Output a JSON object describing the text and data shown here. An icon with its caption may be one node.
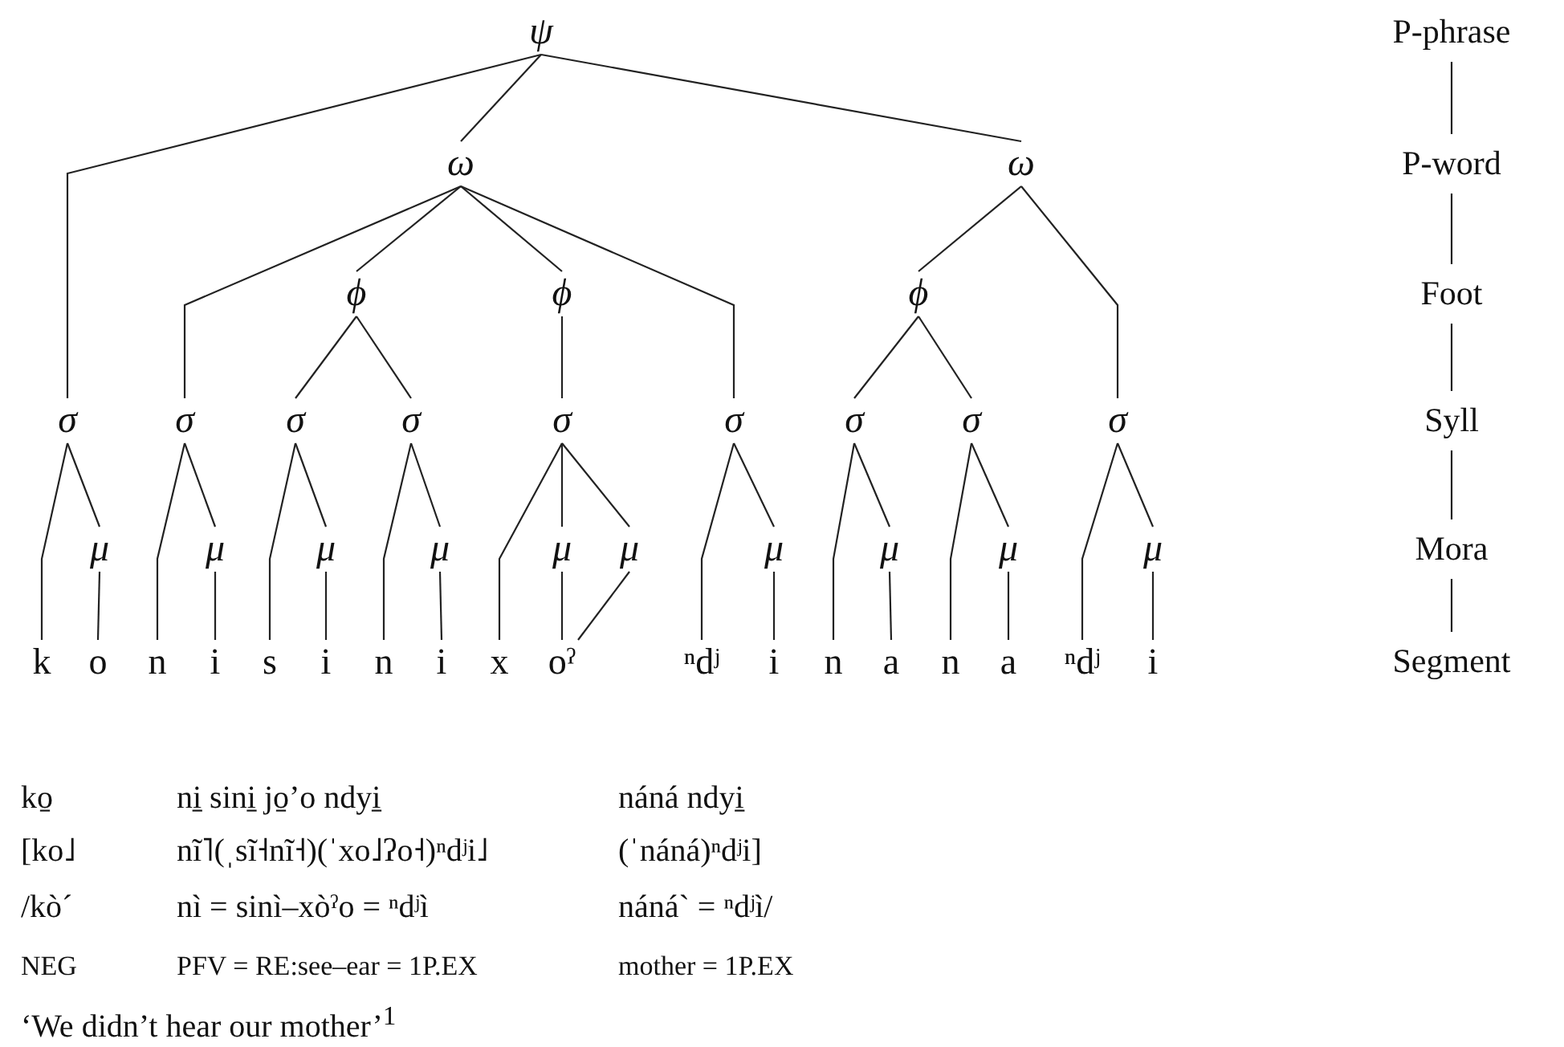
{
  "diagram": {
    "nodes": [
      {
        "text": [
          "ψ"
        ]
      },
      {
        "text": [
          "P-phrase"
        ]
      },
      {
        "text": [
          "ω"
        ]
      },
      {
        "text": [
          "ω"
        ]
      },
      {
        "text": [
          "P-word"
        ]
      },
      {
        "text": [
          "ϕ"
        ]
      },
      {
        "text": [
          "ϕ"
        ]
      },
      {
        "text": [
          "ϕ"
        ]
      },
      {
        "text": [
          "Foot"
        ]
      },
      {
        "text": [
          "σ"
        ]
      },
      {
        "text": [
          "σ"
        ]
      },
      {
        "text": [
          "σ"
        ]
      },
      {
        "text": [
          "σ"
        ]
      },
      {
        "text": [
          "σ"
        ]
      },
      {
        "text": [
          "σ"
        ]
      },
      {
        "text": [
          "σ"
        ]
      },
      {
        "text": [
          "σ"
        ]
      },
      {
        "text": [
          "σ"
        ]
      },
      {
        "text": [
          "Syll"
        ]
      },
      {
        "text": [
          "μ"
        ]
      },
      {
        "text": [
          "μ"
        ]
      },
      {
        "text": [
          "μ"
        ]
      },
      {
        "text": [
          "μ"
        ]
      },
      {
        "text": [
          "μ"
        ]
      },
      {
        "text": [
          "μ"
        ]
      },
      {
        "text": [
          "μ"
        ]
      },
      {
        "text": [
          "μ"
        ]
      },
      {
        "text": [
          "μ"
        ]
      },
      {
        "text": [
          "μ"
        ]
      },
      {
        "text": [
          "Mora"
        ]
      },
      {
        "text": [
          "k"
        ]
      },
      {
        "text": [
          "o"
        ]
      },
      {
        "text": [
          "n"
        ]
      },
      {
        "text": [
          "i"
        ]
      },
      {
        "text": [
          "s"
        ]
      },
      {
        "text": [
          "i"
        ]
      },
      {
        "text": [
          "n"
        ]
      },
      {
        "text": [
          "i"
        ]
      },
      {
        "text": [
          "x"
        ]
      },
      {
        "text": [
          "oˀ"
        ]
      },
      {
        "text": [
          "ⁿdʲ"
        ]
      },
      {
        "text": [
          "i"
        ]
      },
      {
        "text": [
          "n"
        ]
      },
      {
        "text": [
          "a"
        ]
      },
      {
        "text": [
          "n"
        ]
      },
      {
        "text": [
          "a"
        ]
      },
      {
        "text": [
          "ⁿdʲ"
        ]
      },
      {
        "text": [
          "i"
        ]
      },
      {
        "text": [
          "Segment"
        ]
      }
    ],
    "edges": [
      {
        "from": 0,
        "to": 9,
        "arrow": "none"
      },
      {
        "from": 0,
        "to": 2,
        "arrow": "none"
      },
      {
        "from": 0,
        "to": 3,
        "arrow": "none"
      },
      {
        "from": 2,
        "to": 10,
        "arrow": "none"
      },
      {
        "from": 2,
        "to": 5,
        "arrow": "none"
      },
      {
        "from": 2,
        "to": 6,
        "arrow": "none"
      },
      {
        "from": 2,
        "to": 14,
        "arrow": "none"
      },
      {
        "from": 3,
        "to": 7,
        "arrow": "none"
      },
      {
        "from": 3,
        "to": 17,
        "arrow": "none"
      },
      {
        "from": 5,
        "to": 11,
        "arrow": "none"
      },
      {
        "from": 5,
        "to": 12,
        "arrow": "none"
      },
      {
        "from": 6,
        "to": 13,
        "arrow": "none"
      },
      {
        "from": 7,
        "to": 15,
        "arrow": "none"
      },
      {
        "from": 7,
        "to": 16,
        "arrow": "none"
      },
      {
        "from": 9,
        "to": 30,
        "arrow": "none"
      },
      {
        "from": 9,
        "to": 19,
        "arrow": "none"
      },
      {
        "from": 10,
        "to": 32,
        "arrow": "none"
      },
      {
        "from": 10,
        "to": 20,
        "arrow": "none"
      },
      {
        "from": 11,
        "to": 34,
        "arrow": "none"
      },
      {
        "from": 11,
        "to": 21,
        "arrow": "none"
      },
      {
        "from": 12,
        "to": 36,
        "arrow": "none"
      },
      {
        "from": 12,
        "to": 22,
        "arrow": "none"
      },
      {
        "from": 13,
        "to": 38,
        "arrow": "none"
      },
      {
        "from": 13,
        "to": 23,
        "arrow": "none"
      },
      {
        "from": 13,
        "to": 24,
        "arrow": "none"
      },
      {
        "from": 14,
        "to": 40,
        "arrow": "none"
      },
      {
        "from": 14,
        "to": 25,
        "arrow": "none"
      },
      {
        "from": 15,
        "to": 42,
        "arrow": "none"
      },
      {
        "from": 15,
        "to": 26,
        "arrow": "none"
      },
      {
        "from": 16,
        "to": 44,
        "arrow": "none"
      },
      {
        "from": 16,
        "to": 27,
        "arrow": "none"
      },
      {
        "from": 17,
        "to": 46,
        "arrow": "none"
      },
      {
        "from": 17,
        "to": 28,
        "arrow": "none"
      },
      {
        "from": 19,
        "to": 31,
        "arrow": "none"
      },
      {
        "from": 20,
        "to": 33,
        "arrow": "none"
      },
      {
        "from": 21,
        "to": 35,
        "arrow": "none"
      },
      {
        "from": 22,
        "to": 37,
        "arrow": "none"
      },
      {
        "from": 23,
        "to": 39,
        "arrow": "none"
      },
      {
        "from": 24,
        "to": 39,
        "arrow": "none"
      },
      {
        "from": 25,
        "to": 41,
        "arrow": "none"
      },
      {
        "from": 26,
        "to": 43,
        "arrow": "none"
      },
      {
        "from": 27,
        "to": 45,
        "arrow": "none"
      },
      {
        "from": 28,
        "to": 47,
        "arrow": "none"
      },
      {
        "from": 1,
        "to": 4,
        "arrow": "none"
      },
      {
        "from": 4,
        "to": 8,
        "arrow": "none"
      },
      {
        "from": 8,
        "to": 18,
        "arrow": "none"
      },
      {
        "from": 18,
        "to": 29,
        "arrow": "none"
      },
      {
        "from": 29,
        "to": 48,
        "arrow": "none"
      }
    ],
    "labels": [
      "ko̱",
      "ni̱ sini̱ jo̱’o ndyi̱",
      "náná ndyi̱",
      "[ko˩",
      "nĩ˥(ˌsĩ˧nĩ˧)(ˈxo˩ʔo˧)ⁿdʲi˩",
      "(ˈnáná)ⁿdʲi]",
      "/kò´",
      "nì = sinì–xòˀo = ⁿdʲì",
      "náná` = ⁿdʲì/",
      "NEG",
      "PFV = RE:see–ear = 1P.EX",
      "mother = 1P.EX",
      "‘We didn’t hear our mother’$^{1}$"
    ]
  }
}
